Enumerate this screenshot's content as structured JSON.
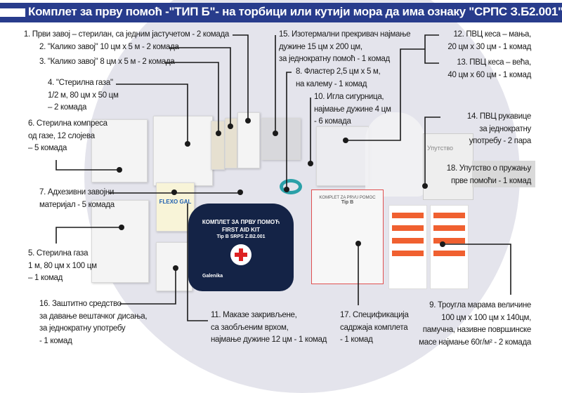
{
  "title": "Комплет за прву помоћ -\"ТИП Б\"- на торбици или кутији мора да има ознаку  \"СРПС З.Б2.001\"",
  "items": [
    {
      "n": "1",
      "lines": [
        "1. Први завој – стерилан, са једним јастучетом - 2 комада"
      ]
    },
    {
      "n": "2",
      "lines": [
        "2. \"Калико завој\" 10 цм x 5 м - 2 комада"
      ]
    },
    {
      "n": "3",
      "lines": [
        "3. \"Калико завој\" 8 цм x 5 м - 2 комада"
      ]
    },
    {
      "n": "4",
      "lines": [
        "4. \"Стерилна газа\"",
        "1/2 м, 80 цм x 50 цм",
        "– 2 комада"
      ]
    },
    {
      "n": "5",
      "lines": [
        "5. Стерилна газа",
        "1 м, 80 цм x 100 цм",
        "– 1 комад"
      ]
    },
    {
      "n": "6",
      "lines": [
        "6. Стерилна компреса",
        "од газе, 12 слојева",
        "– 5 комада"
      ]
    },
    {
      "n": "7",
      "lines": [
        "7. Адхезивни завојни",
        "материјал - 5 комада"
      ]
    },
    {
      "n": "8",
      "lines": [
        "8. Фластер 2,5 цм x 5 м,",
        "на калему - 1 комад"
      ]
    },
    {
      "n": "9",
      "lines": [
        "9. Троугла марама величине",
        "100 цм x 100 цм x 140цм,",
        "памучна, називне површинске",
        "масе најмање 60г/м² - 2 комада"
      ]
    },
    {
      "n": "10",
      "lines": [
        "10. Игла сигурница,",
        "најмање дужине 4 цм",
        "- 6 комада"
      ]
    },
    {
      "n": "11",
      "lines": [
        "11. Маказе закривљене,",
        "са заобљеним врхом,",
        "најмање дужине 12 цм - 1 комад"
      ]
    },
    {
      "n": "12",
      "lines": [
        "12. ПВЦ кеса – мања,",
        "20 цм x 30 цм - 1 комад"
      ]
    },
    {
      "n": "13",
      "lines": [
        "13. ПВЦ кеса – већа,",
        "40 цм x 60 цм - 1 комад"
      ]
    },
    {
      "n": "14",
      "lines": [
        "14. ПВЦ рукавице",
        "за једнократну",
        "употребу - 2 пара"
      ]
    },
    {
      "n": "15",
      "lines": [
        "15. Изотермални прекривач најмање",
        "дужине 15 цм x 200 цм,",
        "за једнократну помоћ - 1 комад"
      ]
    },
    {
      "n": "16",
      "lines": [
        "16. Заштитно средство",
        "за давање вештачког дисања,",
        "за једнократну употребу",
        "- 1 комад"
      ]
    },
    {
      "n": "17",
      "lines": [
        "17. Спецификација",
        "садржаја комплета",
        "- 1 комад"
      ]
    },
    {
      "n": "18",
      "lines": [
        "18. Упутство о пружању",
        "прве помоћи - 1 комад"
      ]
    }
  ],
  "photo": {
    "bag_line1": "КОМПЛЕТ ЗА ПРВУ ПОМОЋ",
    "bag_line2": "FIRST AID KIT",
    "bag_line3": "Tip B SRPS Z.B2.001",
    "bag_brand": "Galenika",
    "manual_title": "Упутство",
    "spec_title": "KOMPLET ZA PRVU POMOC",
    "spec_sub": "Tip B",
    "flexo": "FLEXO GAL"
  },
  "colors": {
    "title_bar": "#283c8c",
    "background_circle": "#e4e4ec",
    "line": "#1a1a1a"
  }
}
